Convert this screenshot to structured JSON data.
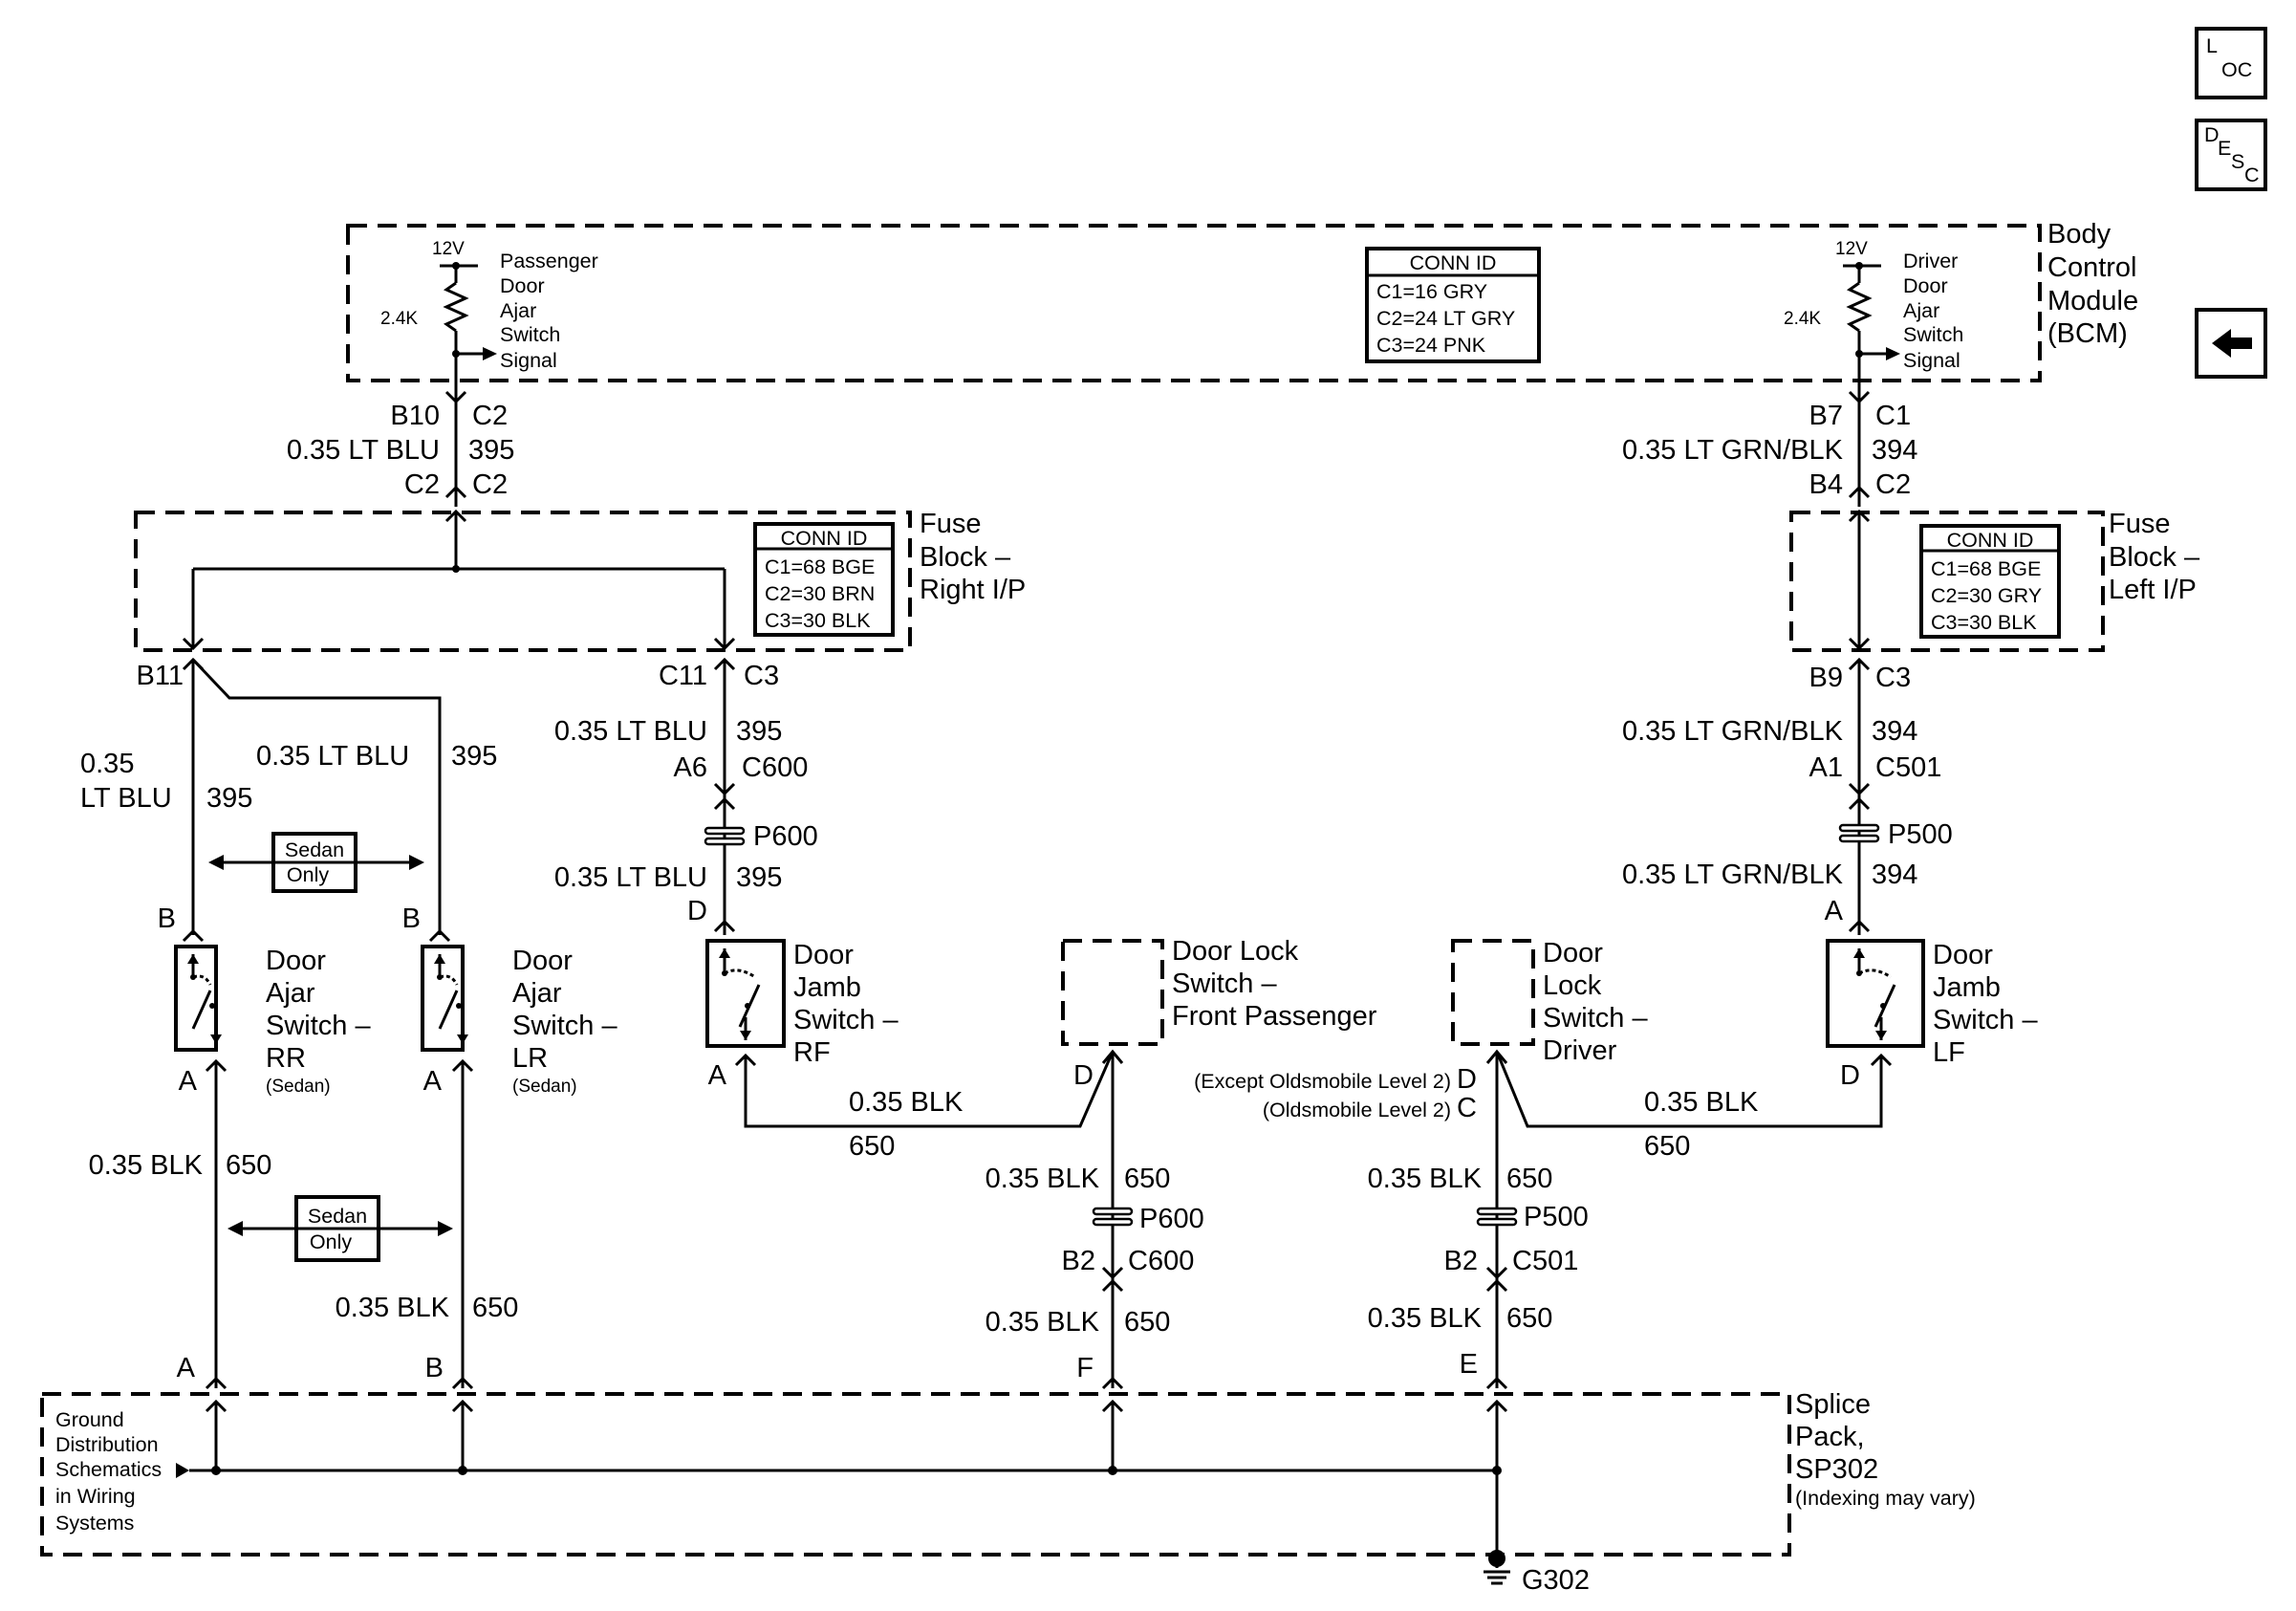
{
  "nav": {
    "loc_main": "L",
    "loc_sub": "OC",
    "desc_d": "D",
    "desc_e": "E",
    "desc_s": "S",
    "desc_c": "C",
    "back_arrow": "left-arrow"
  },
  "bcm": {
    "name": [
      "Body",
      "Control",
      "Module",
      "(BCM)"
    ],
    "pass_voltage": "12V",
    "pass_resistor": "2.4K",
    "pass_signal": [
      "Passenger",
      "Door",
      "Ajar",
      "Switch",
      "Signal"
    ],
    "drv_voltage": "12V",
    "drv_resistor": "2.4K",
    "drv_signal": [
      "Driver",
      "Door",
      "Ajar",
      "Switch",
      "Signal"
    ],
    "conn_title": "CONN ID",
    "conn": [
      "C1=16 GRY",
      "C2=24 LT GRY",
      "C3=24 PNK"
    ]
  },
  "fuse_right": {
    "name": [
      "Fuse",
      "Block –",
      "Right I/P"
    ],
    "conn_title": "CONN ID",
    "conn": [
      "C1=68 BGE",
      "C2=30 BRN",
      "C3=30 BLK"
    ]
  },
  "fuse_left": {
    "name": [
      "Fuse",
      "Block –",
      "Left I/P"
    ],
    "conn_title": "CONN ID",
    "conn": [
      "C1=68 BGE",
      "C2=30 GRY",
      "C3=30 BLK"
    ]
  },
  "labels": {
    "b10": "B10",
    "c2a": "C2",
    "wire_395_top": "0.35 LT BLU",
    "n395_top": "395",
    "c2b": "C2",
    "c2c": "C2",
    "b7": "B7",
    "c1a": "C1",
    "wire_394_top": "0.35 LT GRN/BLK",
    "n394_top": "394",
    "b4": "B4",
    "c2d": "C2",
    "b11": "B11",
    "c11": "C11",
    "c3a": "C3",
    "wire_rr_a": "0.35",
    "wire_rr_b": "LT BLU",
    "n395_rr": "395",
    "wire_lr": "0.35 LT BLU",
    "n395_lr": "395",
    "wire_rf": "0.35 LT BLU",
    "n395_rf": "395",
    "a6": "A6",
    "c600a": "C600",
    "p600a": "P600",
    "wire_rf2": "0.35 LT BLU",
    "n395_rf2": "395",
    "d_rf": "D",
    "b9": "B9",
    "c3b": "C3",
    "wire_lf": "0.35 LT GRN/BLK",
    "n394_lf": "394",
    "a1": "A1",
    "c501a": "C501",
    "p500a": "P500",
    "wire_lf2": "0.35 LT GRN/BLK",
    "n394_lf2": "394",
    "a_lf": "A",
    "sedan1": [
      "Sedan",
      "Only"
    ],
    "sedan2": [
      "Sedan",
      "Only"
    ],
    "b_rr": "B",
    "b_lr": "B",
    "sw_rr": [
      "Door",
      "Ajar",
      "Switch –",
      "RR"
    ],
    "sw_rr_note": "(Sedan)",
    "sw_lr": [
      "Door",
      "Ajar",
      "Switch –",
      "LR"
    ],
    "sw_lr_note": "(Sedan)",
    "sw_rf": [
      "Door",
      "Jamb",
      "Switch –",
      "RF"
    ],
    "sw_lf": [
      "Door",
      "Jamb",
      "Switch –",
      "LF"
    ],
    "sw_fp": [
      "Door Lock",
      "Switch –",
      "Front Passenger"
    ],
    "sw_drv": [
      "Door",
      "Lock",
      "Switch –",
      "Driver"
    ],
    "a_rr": "A",
    "a_lr": "A",
    "a_rf": "A",
    "d_lf": "D",
    "d_fp": "D",
    "drv_except": "(Except Oldsmobile Level 2)",
    "drv_d": "D",
    "drv_olds": "(Oldsmobile Level 2)",
    "drv_c": "C",
    "wire_blk_rf": "0.35 BLK",
    "n650_rf": "650",
    "wire_blk_lf": "0.35 BLK",
    "n650_lf": "650",
    "wire_blk_rr": "0.35 BLK",
    "n650_rr": "650",
    "wire_blk_lr": "0.35 BLK",
    "n650_lr": "650",
    "wire_blk_fp": "0.35 BLK",
    "n650_fp": "650",
    "p600b": "P600",
    "b2a": "B2",
    "c600b": "C600",
    "wire_blk_fp2": "0.35 BLK",
    "n650_fp2": "650",
    "f_fp": "F",
    "wire_blk_drv": "0.35 BLK",
    "n650_drv": "650",
    "p500b": "P500",
    "b2b": "B2",
    "c501b": "C501",
    "wire_blk_drv2": "0.35 BLK",
    "n650_drv2": "650",
    "e_drv": "E",
    "a_splice": "A",
    "b_splice": "B",
    "ground_ref": [
      "Ground",
      "Distribution",
      "Schematics",
      "in Wiring",
      "Systems"
    ],
    "splice_name": [
      "Splice",
      "Pack,",
      "SP302"
    ],
    "splice_note": "(Indexing may vary)",
    "g302": "G302"
  }
}
